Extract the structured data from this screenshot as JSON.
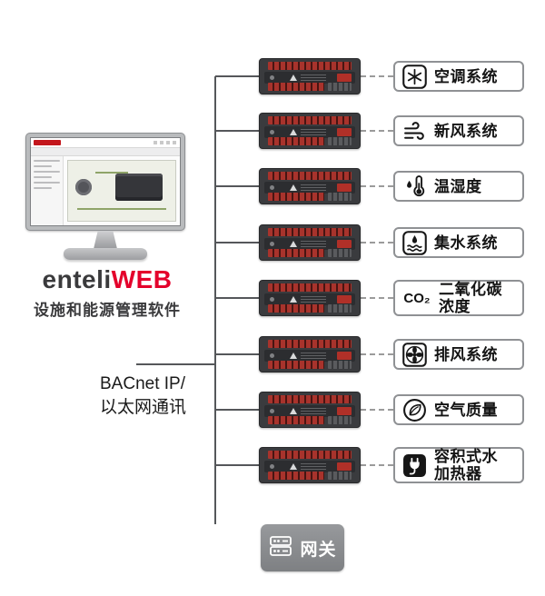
{
  "branding": {
    "product_black": "enteli",
    "product_red": "WEB",
    "subtitle": "设施和能源管理软件"
  },
  "network": {
    "line1": "BACnet IP/",
    "line2": "以太网通讯"
  },
  "rows": [
    {
      "name": "hvac",
      "icon": "snowflake-icon",
      "lines": [
        "空调系统"
      ]
    },
    {
      "name": "fresh-air",
      "icon": "wind-icon",
      "lines": [
        "新风系统"
      ]
    },
    {
      "name": "temp-humidity",
      "icon": "thermometer-icon",
      "lines": [
        "温湿度"
      ]
    },
    {
      "name": "water-collection",
      "icon": "water-icon",
      "lines": [
        "集水系统"
      ]
    },
    {
      "name": "co2",
      "icon": "co2-icon",
      "icon_text": "CO₂",
      "lines": [
        "二氧化碳",
        "浓度"
      ]
    },
    {
      "name": "exhaust",
      "icon": "fan-icon",
      "lines": [
        "排风系统"
      ]
    },
    {
      "name": "air-quality",
      "icon": "leaf-icon",
      "lines": [
        "空气质量"
      ]
    },
    {
      "name": "water-heater",
      "icon": "heater-icon",
      "lines": [
        "容积式水",
        "加热器"
      ]
    }
  ],
  "gateway": {
    "label": "网关"
  },
  "colors": {
    "brand_red": "#e4002b",
    "device_body": "#3a3b3e",
    "device_terminal_red": "#a8332c",
    "line_gray": "#55575a",
    "dash_gray": "#9b9b9b",
    "box_border": "#8f9194",
    "gateway_gray": "#8b8d90"
  }
}
